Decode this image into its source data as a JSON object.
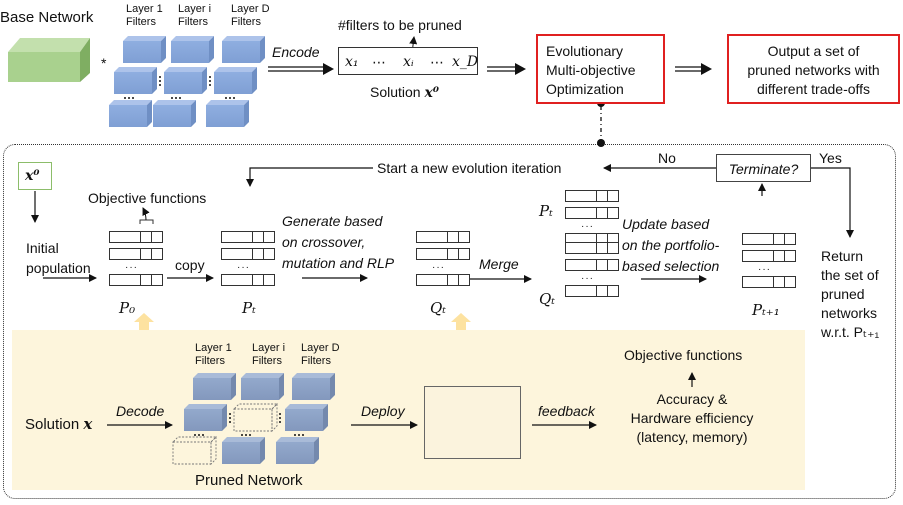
{
  "top_flow": {
    "base_network_label": "Base Network",
    "multiply_symbol": "*",
    "layer_headers": [
      {
        "line1": "Layer 1",
        "line2": "Filters"
      },
      {
        "line1": "Layer i",
        "line2": "Filters"
      },
      {
        "line1": "Layer D",
        "line2": "Filters"
      }
    ],
    "ellipsis_h": "…",
    "ellipsis_v": "⋮",
    "encode_label": "Encode",
    "filters_annotation": "#filters to be pruned",
    "solution_vector": [
      "x₁",
      "⋯",
      "xᵢ",
      "⋯",
      "x_D"
    ],
    "solution_caption_text": "Solution ",
    "solution_caption_symbol": "x⁰",
    "emo_box_lines": [
      "Evolutionary",
      "Multi-objective",
      "Optimization"
    ],
    "output_box_lines": [
      "Output a set of",
      "pruned networks with",
      "different trade-offs"
    ]
  },
  "evolution_loop": {
    "x0_label": "x⁰",
    "start_iteration_label": "Start a new evolution iteration",
    "no_label": "No",
    "yes_label": "Yes",
    "terminate_label": "Terminate?",
    "objective_functions_label": "Objective functions",
    "initial_population_lines": [
      "Initial",
      "population"
    ],
    "copy_label": "copy",
    "generate_lines": [
      "Generate based",
      "on crossover,",
      "mutation and RLP"
    ],
    "merge_label": "Merge",
    "update_lines": [
      "Update based",
      "on the portfolio-",
      "based selection"
    ],
    "population_labels": {
      "p0": "P₀",
      "pt": "Pₜ",
      "qt": "Qₜ",
      "merged_pt": "Pₜ",
      "merged_qt": "Qₜ",
      "pt1": "Pₜ₊₁"
    },
    "return_lines": [
      "Return",
      "the set of",
      "pruned",
      "networks",
      "w.r.t. Pₜ₊₁"
    ]
  },
  "evaluation_panel": {
    "solution_label_text": "Solution ",
    "solution_label_symbol": "x",
    "decode_label": "Decode",
    "layer_headers": [
      {
        "line1": "Layer 1",
        "line2": "Filters"
      },
      {
        "line1": "Layer i",
        "line2": "Filters"
      },
      {
        "line1": "Layer D",
        "line2": "Filters"
      }
    ],
    "pruned_network_label": "Pruned Network",
    "deploy_label": "Deploy",
    "feedback_label": "feedback",
    "device_image_alt": "edge-device-board",
    "objective_functions_label": "Objective functions",
    "metrics_lines": [
      "Accuracy &",
      "Hardware efficiency",
      "(latency, memory)"
    ]
  },
  "colors": {
    "emo_border": "#e02020",
    "filter_blue": "#8eaadb",
    "filter_blue_pruned": "#8fa6c8",
    "base_green": "#a9d18e",
    "panel_yellow": "#fdf5dc",
    "up_arrow_yellow": "#fde2a0"
  }
}
